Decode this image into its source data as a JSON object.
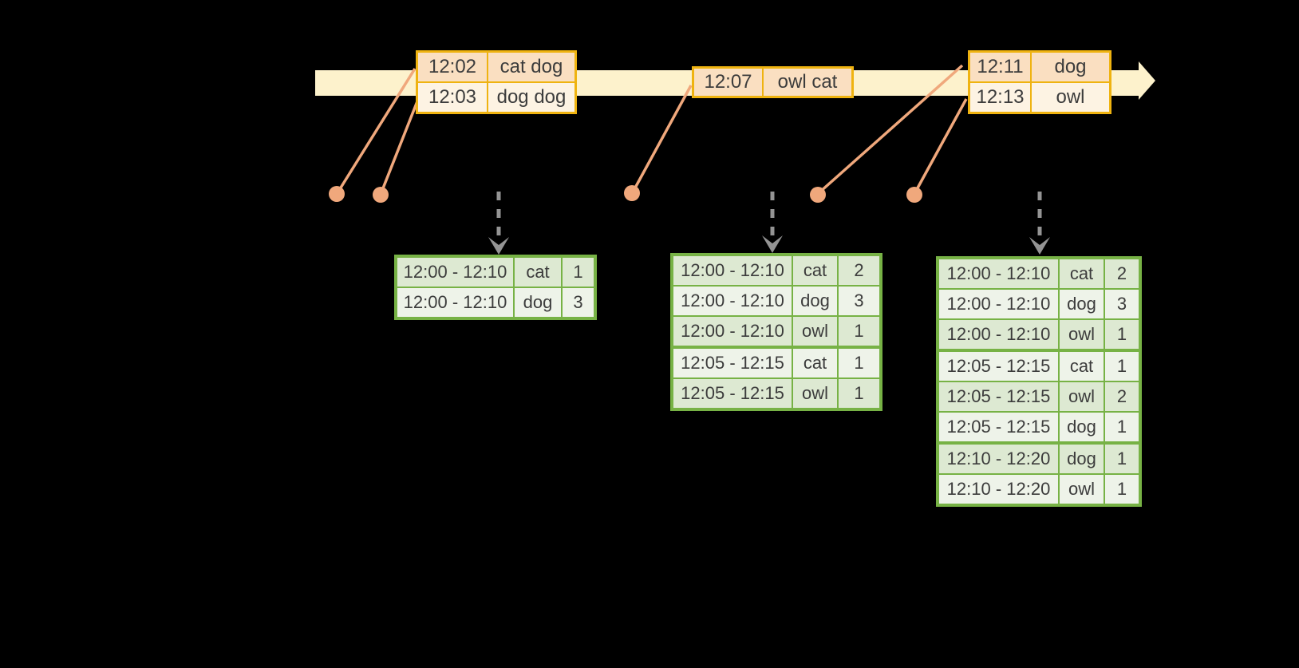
{
  "colors": {
    "background": "#000000",
    "timeline_band": "#FDF2CC",
    "event_border": "#EFB310",
    "event_row_dark": "#FADFC1",
    "event_row_light": "#FDF3E3",
    "connector_salmon": "#F0A87C",
    "result_border": "#77B245",
    "result_row_dark": "#DDE9D2",
    "result_row_light": "#EEF3E9",
    "trigger_arrow_gray": "#949494",
    "text": "#3C3C3C"
  },
  "icons": {
    "timeline_arrow": "right-arrow",
    "trigger_arrow": "dashed-down-arrow",
    "event_marker": "dot-with-leader-line"
  },
  "event_tables": [
    {
      "rows": [
        {
          "time": "12:02",
          "words": "cat dog"
        },
        {
          "time": "12:03",
          "words": "dog dog"
        }
      ]
    },
    {
      "rows": [
        {
          "time": "12:07",
          "words": "owl cat"
        }
      ]
    },
    {
      "rows": [
        {
          "time": "12:11",
          "words": "dog"
        },
        {
          "time": "12:13",
          "words": "owl"
        }
      ]
    }
  ],
  "result_tables": [
    {
      "groups": [
        [
          [
            "12:00 - 12:10",
            "cat",
            "1"
          ],
          [
            "12:00 - 12:10",
            "dog",
            "3"
          ]
        ]
      ]
    },
    {
      "groups": [
        [
          [
            "12:00 - 12:10",
            "cat",
            "2"
          ],
          [
            "12:00 - 12:10",
            "dog",
            "3"
          ],
          [
            "12:00 - 12:10",
            "owl",
            "1"
          ]
        ],
        [
          [
            "12:05 - 12:15",
            "cat",
            "1"
          ],
          [
            "12:05 - 12:15",
            "owl",
            "1"
          ]
        ]
      ]
    },
    {
      "groups": [
        [
          [
            "12:00 - 12:10",
            "cat",
            "2"
          ],
          [
            "12:00 - 12:10",
            "dog",
            "3"
          ],
          [
            "12:00 - 12:10",
            "owl",
            "1"
          ]
        ],
        [
          [
            "12:05 - 12:15",
            "cat",
            "1"
          ],
          [
            "12:05 - 12:15",
            "owl",
            "2"
          ],
          [
            "12:05 - 12:15",
            "dog",
            "1"
          ]
        ],
        [
          [
            "12:10 - 12:20",
            "dog",
            "1"
          ],
          [
            "12:10 - 12:20",
            "owl",
            "1"
          ]
        ]
      ]
    }
  ]
}
